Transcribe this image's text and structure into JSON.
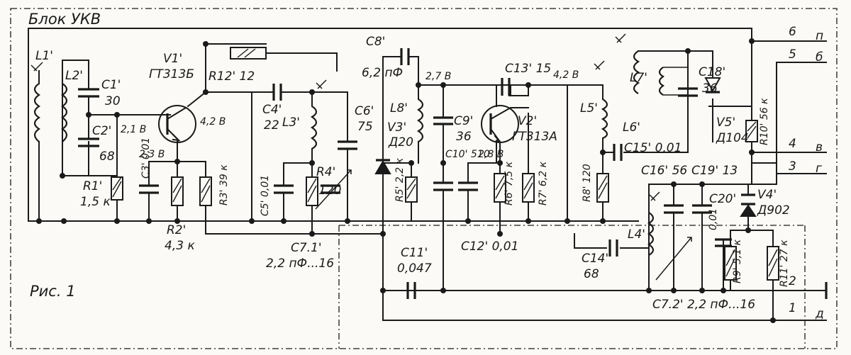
{
  "block_title": "Блок УКВ",
  "figure_caption": "Рис. 1",
  "components": {
    "L1": "L1'",
    "L2": "L2'",
    "C1": "C1'",
    "C1_val": "30",
    "C2": "C2'",
    "C2_val": "68",
    "R1": "R1'",
    "R1_val": "1,5 к",
    "C3": "C3' 0,01",
    "R2": "R2'",
    "R2_val": "4,3 к",
    "R3": "R3' 39 к",
    "V1": "V1'",
    "V1_type": "ГТ313Б",
    "R12": "R12' 12",
    "C4": "C4'",
    "C4_val": "22",
    "L3": "L3'",
    "C5": "C5' 0,01",
    "R4": "R4'",
    "R4_val": "120",
    "C6": "C6'",
    "C6_val": "75",
    "C7_1": "C7.1'",
    "C7_1_val": "2,2 пФ...16",
    "C8": "C8'",
    "C8_val": "6,2 пФ",
    "L8": "L8'",
    "V3": "V3'",
    "V3_type": "Д20",
    "R5": "R5' 2,2 к",
    "C9": "C9'",
    "C9_val": "36",
    "C10": "C10' 510",
    "C11": "C11'",
    "C11_val": "0,047",
    "C12": "C12' 0,01",
    "C13": "C13' 15",
    "V2": "V2'",
    "V2_type": "ГТ313А",
    "R6": "R6' 7,5 к",
    "R7": "R7' 6,2 к",
    "L5": "L5'",
    "R8": "R8' 120",
    "C14": "C14'",
    "C14_val": "68",
    "L4": "L4'",
    "C15": "C15' 0,01",
    "C16": "C16' 56",
    "L6": "L6'",
    "L7": "L7'",
    "C18": "C18'",
    "C18_val": "36",
    "V5": "V5'",
    "V5_type": "Д104",
    "R10": "R10' 56 к",
    "C19": "C19' 13",
    "C20": "C20'",
    "C20_val": "0,01",
    "V4": "V4'",
    "V4_type": "Д902",
    "R9": "R9' 5,1 к",
    "R11": "R11' 27 к",
    "C7_2": "C7.2' 2,2 пФ...16"
  },
  "voltages": {
    "v1_base": "2,1 В",
    "v1_emitter": "2,3 В",
    "v1_collector": "4,2 В",
    "v2_collector": "2,7 В",
    "v2_emitter": "2,8 В",
    "l5_node": "4,2 В"
  },
  "terminals": [
    {
      "num": "6",
      "letter": "п"
    },
    {
      "num": "5",
      "letter": "б"
    },
    {
      "num": "4",
      "letter": "в"
    },
    {
      "num": "3",
      "letter": "г"
    },
    {
      "num": "2",
      "letter": ""
    },
    {
      "num": "1",
      "letter": "д"
    }
  ]
}
